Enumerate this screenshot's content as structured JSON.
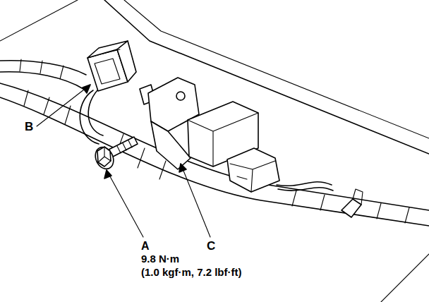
{
  "diagram": {
    "labels": [
      "B",
      "A",
      "9.8 N·m",
      "(1.0 kgf·m, 7.2 lbf·ft)",
      "C"
    ]
  }
}
